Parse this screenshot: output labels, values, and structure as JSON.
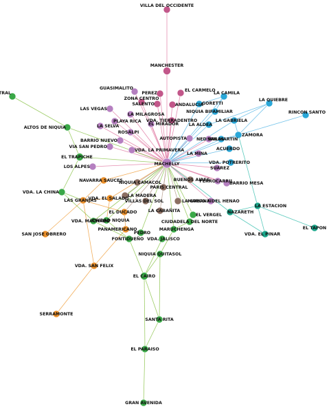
{
  "colors": {
    "green": "#3aa847",
    "pink": "#c2578a",
    "lilac": "#b57fc0",
    "blue": "#2aa7d8",
    "teal": "#1aa58a",
    "orange": "#ea8f2a",
    "brown": "#8b6f62",
    "edge_green": "#8bc34a",
    "edge_pink": "#e07aa3",
    "edge_blue": "#5cb8e6",
    "edge_teal": "#3cc0b0",
    "edge_orange": "#f0a040",
    "edge_brown": "#b59a8a"
  },
  "nodes": [
    {
      "id": "villa",
      "label": "VILLA DEL OCCIDENTE",
      "color": "pink"
    },
    {
      "id": "manchester",
      "label": "MANCHESTER",
      "color": "pink"
    },
    {
      "id": "central",
      "label": "CENTRAL",
      "color": "green"
    },
    {
      "id": "guasimalito",
      "label": "GUASIMALITO",
      "color": "lilac"
    },
    {
      "id": "pereira",
      "label": "PEREZ",
      "color": "pink"
    },
    {
      "id": "elcarmelo",
      "label": "EL CARMELO",
      "color": "pink"
    },
    {
      "id": "lacamila",
      "label": "LA CAMILA",
      "color": "blue"
    },
    {
      "id": "laquiebre",
      "label": "LA QUIEBRE",
      "color": "blue"
    },
    {
      "id": "zonacentro",
      "label": "ZONA CENTRO",
      "color": "pink"
    },
    {
      "id": "salento",
      "label": "SALENTO",
      "color": "pink"
    },
    {
      "id": "andalucia",
      "label": "ANDALUCIA",
      "color": "pink"
    },
    {
      "id": "goretti",
      "label": "GORETTI",
      "color": "blue"
    },
    {
      "id": "lasvegas",
      "label": "LAS VEGAS",
      "color": "lilac"
    },
    {
      "id": "lamilagrosa",
      "label": "LA MILAGROSA",
      "color": "lilac"
    },
    {
      "id": "niquiasamaria",
      "label": "NIQUIA BIFAMILIAR",
      "color": "blue"
    },
    {
      "id": "rinconsanto",
      "label": "RINCON SANTO",
      "color": "blue"
    },
    {
      "id": "playarica",
      "label": "PLAYA RICA",
      "color": "lilac"
    },
    {
      "id": "vdatierradentro",
      "label": "VDA. TIERRADENTRO",
      "color": "pink"
    },
    {
      "id": "lagabriela",
      "label": "LA GABRIELA",
      "color": "blue"
    },
    {
      "id": "altosniquia",
      "label": "ALTOS DE NIQUIA",
      "color": "green"
    },
    {
      "id": "laselva",
      "label": "LA SELVA",
      "color": "lilac"
    },
    {
      "id": "elmirador",
      "label": "EL MIRADOR",
      "color": "lilac"
    },
    {
      "id": "laaldea",
      "label": "LA ALDEA",
      "color": "blue"
    },
    {
      "id": "zamora",
      "label": "ZAMORA",
      "color": "blue"
    },
    {
      "id": "rosalpi",
      "label": "ROSALPI",
      "color": "lilac"
    },
    {
      "id": "autopista",
      "label": "AUTOPISTA",
      "color": "lilac"
    },
    {
      "id": "nedbalas",
      "label": "NED BALAS",
      "color": "lilac"
    },
    {
      "id": "sanmartin",
      "label": "SAN MARTIN",
      "color": "blue"
    },
    {
      "id": "barrionuevo",
      "label": "BARRIO NUEVO",
      "color": "lilac"
    },
    {
      "id": "viasanpedro",
      "label": "VIA SAN PEDRO",
      "color": "lilac"
    },
    {
      "id": "acuerdo",
      "label": "ACUERDO",
      "color": "blue"
    },
    {
      "id": "vdaprimavera",
      "label": "VDA. LA PRIMAVERA",
      "color": "lilac"
    },
    {
      "id": "lamina",
      "label": "LA MINA",
      "color": "lilac"
    },
    {
      "id": "eltrapiche",
      "label": "EL TRAPICHE",
      "color": "green"
    },
    {
      "id": "vdapotrerito",
      "label": "VDA. POTRERITO",
      "color": "blue"
    },
    {
      "id": "machado",
      "label": "MACHELLY",
      "color": "lilac"
    },
    {
      "id": "losalpes",
      "label": "LOS ALPES",
      "color": "lilac"
    },
    {
      "id": "suarez",
      "label": "SUAREZ",
      "color": "lilac"
    },
    {
      "id": "navarrasauces",
      "label": "NAVARRA SAUCES",
      "color": "orange"
    },
    {
      "id": "niquiacamacol",
      "label": "NIQUIA CAMACOL",
      "color": "brown"
    },
    {
      "id": "buenosaires",
      "label": "BUENOS AIRES",
      "color": "brown"
    },
    {
      "id": "ferrocarril",
      "label": "FERROCARRIL",
      "color": "lilac"
    },
    {
      "id": "barriomesa",
      "label": "BARRIO MESA",
      "color": "lilac"
    },
    {
      "id": "pariscentral",
      "label": "PARIS CENTRAL",
      "color": "brown"
    },
    {
      "id": "vdalachina",
      "label": "VDA. LA CHINA",
      "color": "green"
    },
    {
      "id": "lamadera",
      "label": "LA MADERA",
      "color": "brown"
    },
    {
      "id": "vdaelsalado",
      "label": "VDA. EL SALADO",
      "color": "orange"
    },
    {
      "id": "villasdelsol",
      "label": "VILLAS DEL SOL",
      "color": "brown"
    },
    {
      "id": "lagabana",
      "label": "LA GABANA",
      "color": "brown"
    },
    {
      "id": "marcenohenao",
      "label": "MARCO FIDEL HENAO",
      "color": "lilac"
    },
    {
      "id": "lasgranjas",
      "label": "LAS GRANJAS",
      "color": "orange"
    },
    {
      "id": "laestacion",
      "label": "LA ESTACION",
      "color": "teal"
    },
    {
      "id": "elducado",
      "label": "EL DUCADO",
      "color": "orange"
    },
    {
      "id": "lacabanita",
      "label": "LA CABAÑITA",
      "color": "brown"
    },
    {
      "id": "nazareth",
      "label": "NAZARETH",
      "color": "teal"
    },
    {
      "id": "elvergel",
      "label": "EL VERGEL",
      "color": "green"
    },
    {
      "id": "vdamachado",
      "label": "VDA. MACHADO",
      "color": "green"
    },
    {
      "id": "ciudadniquia",
      "label": "CIUDAD NIQUIA",
      "color": "green"
    },
    {
      "id": "ciudadeladelnorte",
      "label": "CIUDADELA DEL NORTE",
      "color": "green"
    },
    {
      "id": "eltapon",
      "label": "EL TAPON",
      "color": "teal"
    },
    {
      "id": "sanjoseobrero",
      "label": "SAN JOSE OBRERO",
      "color": "orange"
    },
    {
      "id": "panamericano",
      "label": "PANAMERICANO",
      "color": "orange"
    },
    {
      "id": "maruchenga",
      "label": "MARUCHENGA",
      "color": "green"
    },
    {
      "id": "pedro",
      "label": "PEDRO",
      "color": "green"
    },
    {
      "id": "vdaelpinar",
      "label": "VDA. EL PINAR",
      "color": "teal"
    },
    {
      "id": "fontidueno",
      "label": "FONTIDUEÑO",
      "color": "green"
    },
    {
      "id": "vdajalisco",
      "label": "VDA. JALISCO",
      "color": "green"
    },
    {
      "id": "niquiaquitasol",
      "label": "NIQUIA QUITASOL",
      "color": "green"
    },
    {
      "id": "vdasanfelix",
      "label": "VDA. SAN FELIX",
      "color": "orange"
    },
    {
      "id": "elcairo",
      "label": "EL CAIRO",
      "color": "green"
    },
    {
      "id": "serramonte",
      "label": "SERRAMONTE",
      "color": "orange"
    },
    {
      "id": "santarita",
      "label": "SANTA RITA",
      "color": "green"
    },
    {
      "id": "elparaiso",
      "label": "EL PARAISO",
      "color": "green"
    },
    {
      "id": "granavenida",
      "label": "GRAN AVENIDA",
      "color": "green"
    }
  ],
  "edges": [
    [
      "villa",
      "manchester",
      "edge_pink"
    ],
    [
      "manchester",
      "machado",
      "edge_pink"
    ],
    [
      "central",
      "altosniquia",
      "edge_green"
    ],
    [
      "altosniquia",
      "eltrapiche",
      "edge_green"
    ],
    [
      "eltrapiche",
      "vdalachina",
      "edge_green"
    ],
    [
      "eltrapiche",
      "machado",
      "edge_green"
    ],
    [
      "vdalachina",
      "lasgranjas",
      "edge_green"
    ],
    [
      "guasimalito",
      "machado",
      "edge_pink"
    ],
    [
      "pereira",
      "machado",
      "edge_pink"
    ],
    [
      "elcarmelo",
      "machado",
      "edge_pink"
    ],
    [
      "zonacentro",
      "machado",
      "edge_pink"
    ],
    [
      "salento",
      "machado",
      "edge_pink"
    ],
    [
      "andalucia",
      "machado",
      "edge_pink"
    ],
    [
      "lasvegas",
      "machado",
      "edge_pink"
    ],
    [
      "lamilagrosa",
      "machado",
      "edge_pink"
    ],
    [
      "playarica",
      "machado",
      "edge_pink"
    ],
    [
      "vdatierradentro",
      "machado",
      "edge_pink"
    ],
    [
      "laselva",
      "machado",
      "edge_pink"
    ],
    [
      "elmirador",
      "machado",
      "edge_pink"
    ],
    [
      "rosalpi",
      "machado",
      "edge_pink"
    ],
    [
      "autopista",
      "machado",
      "edge_pink"
    ],
    [
      "nedbalas",
      "machado",
      "edge_pink"
    ],
    [
      "barrionuevo",
      "machado",
      "edge_pink"
    ],
    [
      "viasanpedro",
      "machado",
      "edge_pink"
    ],
    [
      "vdaprimavera",
      "machado",
      "edge_pink"
    ],
    [
      "losalpes",
      "machado",
      "edge_pink"
    ],
    [
      "lamina",
      "machado",
      "edge_pink"
    ],
    [
      "suarez",
      "machado",
      "edge_pink"
    ],
    [
      "barriomesa",
      "machado",
      "edge_pink"
    ],
    [
      "ferrocarril",
      "machado",
      "edge_pink"
    ],
    [
      "marcenohenao",
      "machado",
      "edge_pink"
    ],
    [
      "lacamila",
      "machado",
      "edge_blue"
    ],
    [
      "goretti",
      "machado",
      "edge_blue"
    ],
    [
      "niquiasamaria",
      "machado",
      "edge_blue"
    ],
    [
      "lagabriela",
      "machado",
      "edge_blue"
    ],
    [
      "laaldea",
      "machado",
      "edge_blue"
    ],
    [
      "zamora",
      "machado",
      "edge_blue"
    ],
    [
      "sanmartin",
      "machado",
      "edge_blue"
    ],
    [
      "acuerdo",
      "machado",
      "edge_blue"
    ],
    [
      "vdapotrerito",
      "machado",
      "edge_blue"
    ],
    [
      "laquiebre",
      "zamora",
      "edge_blue"
    ],
    [
      "laquiebre",
      "lagabriela",
      "edge_blue"
    ],
    [
      "laquiebre",
      "laaldea",
      "edge_blue"
    ],
    [
      "rinconsanto",
      "zamora",
      "edge_blue"
    ],
    [
      "zamora",
      "sanmartin",
      "edge_blue"
    ],
    [
      "zamora",
      "lagabriela",
      "edge_blue"
    ],
    [
      "lacamila",
      "goretti",
      "edge_blue"
    ],
    [
      "lacamila",
      "niquiasamaria",
      "edge_blue"
    ],
    [
      "zamora",
      "laestacion",
      "edge_teal"
    ],
    [
      "laestacion",
      "eltapon",
      "edge_teal"
    ],
    [
      "laestacion",
      "vdaelpinar",
      "edge_teal"
    ],
    [
      "laestacion",
      "nazareth",
      "edge_teal"
    ],
    [
      "nazareth",
      "vdaelpinar",
      "edge_teal"
    ],
    [
      "nazareth",
      "machado",
      "edge_teal"
    ],
    [
      "navarrasauces",
      "machado",
      "edge_orange"
    ],
    [
      "vdaelsalado",
      "machado",
      "edge_orange"
    ],
    [
      "lasgranjas",
      "vdaelsalado",
      "edge_orange"
    ],
    [
      "lasgranjas",
      "sanjoseobrero",
      "edge_orange"
    ],
    [
      "lasgranjas",
      "navarrasauces",
      "edge_orange"
    ],
    [
      "lasgranjas",
      "elducado",
      "edge_orange"
    ],
    [
      "elducado",
      "panamericano",
      "edge_orange"
    ],
    [
      "panamericano",
      "vdasanfelix",
      "edge_orange"
    ],
    [
      "vdasanfelix",
      "serramonte",
      "edge_orange"
    ],
    [
      "lasgranjas",
      "vdasanfelix",
      "edge_orange"
    ],
    [
      "vdaelsalado",
      "ciudadniquia",
      "edge_orange"
    ],
    [
      "niquiacamacol",
      "machado",
      "edge_brown"
    ],
    [
      "buenosaires",
      "machado",
      "edge_brown"
    ],
    [
      "pariscentral",
      "machado",
      "edge_brown"
    ],
    [
      "lamadera",
      "machado",
      "edge_brown"
    ],
    [
      "villasdelsol",
      "machado",
      "edge_brown"
    ],
    [
      "lagabana",
      "machado",
      "edge_brown"
    ],
    [
      "lacabanita",
      "machado",
      "edge_brown"
    ],
    [
      "elducado",
      "machado",
      "edge_brown"
    ],
    [
      "elvergel",
      "machado",
      "edge_green"
    ],
    [
      "ciudadeladelnorte",
      "machado",
      "edge_green"
    ],
    [
      "maruchenga",
      "machado",
      "edge_green"
    ],
    [
      "vdamachado",
      "machado",
      "edge_green"
    ],
    [
      "ciudadniquia",
      "machado",
      "edge_green"
    ],
    [
      "pedro",
      "machado",
      "edge_green"
    ],
    [
      "maruchenga",
      "niquiaquitasol",
      "edge_green"
    ],
    [
      "niquiaquitasol",
      "elcairo",
      "edge_green"
    ],
    [
      "fontidueno",
      "elcairo",
      "edge_green"
    ],
    [
      "vdajalisco",
      "elcairo",
      "edge_green"
    ],
    [
      "elcairo",
      "santarita",
      "edge_green"
    ],
    [
      "santarita",
      "elparaiso",
      "edge_green"
    ],
    [
      "elparaiso",
      "granavenida",
      "edge_green"
    ],
    [
      "niquiaquitasol",
      "santarita",
      "edge_green"
    ],
    [
      "ciudadniquia",
      "fontidueno",
      "edge_green"
    ],
    [
      "vdamachado",
      "fontidueno",
      "edge_green"
    ],
    [
      "elcairo",
      "elparaiso",
      "edge_green"
    ],
    [
      "ciudadeladelnorte",
      "maruchenga",
      "edge_green"
    ],
    [
      "elvergel",
      "ciudadeladelnorte",
      "edge_green"
    ],
    [
      "vdalachina",
      "vdamachado",
      "edge_green"
    ],
    [
      "altosniquia",
      "machado",
      "edge_green"
    ]
  ]
}
